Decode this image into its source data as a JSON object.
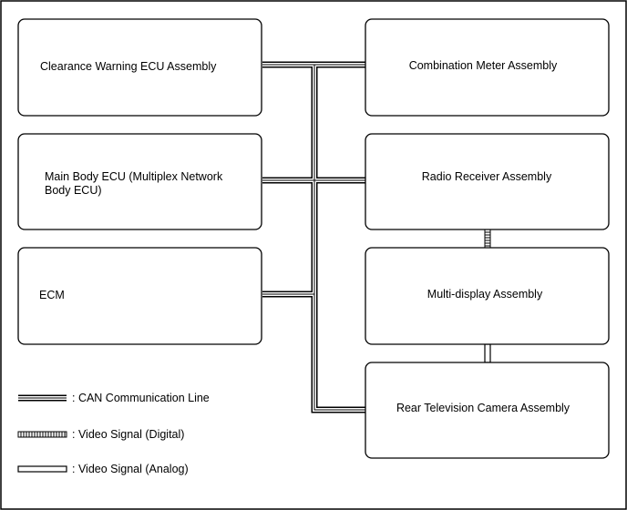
{
  "diagram": {
    "left_boxes": [
      {
        "id": "clearance",
        "lines": [
          "Clearance Warning ECU Assembly"
        ]
      },
      {
        "id": "mainbody",
        "lines": [
          "Main Body ECU (Multiplex Network",
          "Body ECU)"
        ]
      },
      {
        "id": "ecm",
        "lines": [
          "ECM"
        ]
      }
    ],
    "right_boxes": [
      {
        "id": "combination",
        "lines": [
          "Combination Meter Assembly"
        ]
      },
      {
        "id": "radio",
        "lines": [
          "Radio Receiver Assembly"
        ]
      },
      {
        "id": "multidisplay",
        "lines": [
          "Multi-display Assembly"
        ]
      },
      {
        "id": "rearcamera",
        "lines": [
          "Rear Television Camera Assembly"
        ]
      }
    ],
    "legend": [
      {
        "type": "can",
        "label": ": CAN Communication Line"
      },
      {
        "type": "digital",
        "label": ": Video Signal (Digital)"
      },
      {
        "type": "analog",
        "label": ": Video Signal (Analog)"
      }
    ]
  }
}
